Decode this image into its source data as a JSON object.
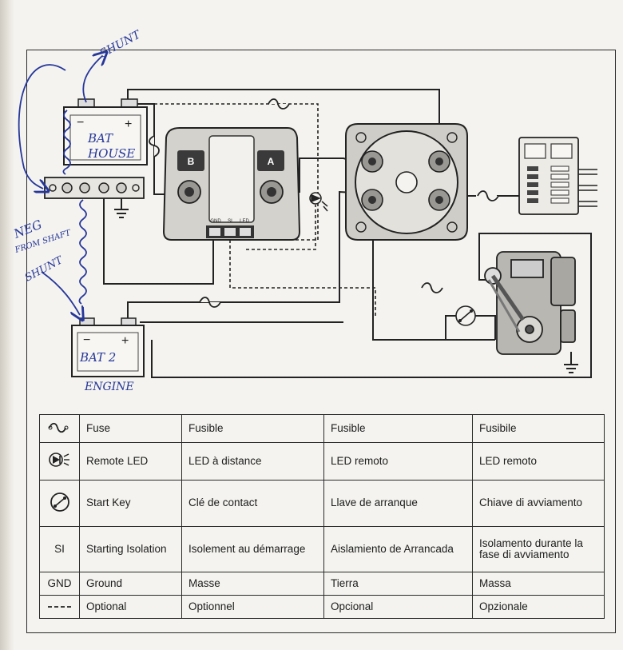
{
  "diagram": {
    "labels": {
      "switch_b": "B",
      "switch_a": "A",
      "terminals": [
        "GND",
        "SI",
        "LED"
      ]
    },
    "handwriting": {
      "shunt_top": "SHUNT",
      "bat_house": [
        "BAT",
        "HOUSE"
      ],
      "neg_from_shaft": [
        "NEG",
        "FROM SHAFT"
      ],
      "shunt_left": "SHUNT",
      "bat_2_engine": [
        "BAT 2",
        "ENGINE"
      ]
    },
    "battery_marks": {
      "minus": "−",
      "plus": "+"
    }
  },
  "legend": {
    "rows": [
      {
        "icon": "fuse-icon",
        "symbol": "",
        "english": "Fuse",
        "french": "Fusible",
        "spanish": "Fusible",
        "italian": "Fusibile"
      },
      {
        "icon": "remote-led-icon",
        "symbol": "",
        "english": "Remote LED",
        "french": "LED à distance",
        "spanish": "LED remoto",
        "italian": "LED remoto"
      },
      {
        "icon": "start-key-icon",
        "symbol": "",
        "english": "Start Key",
        "french": "Clé de contact",
        "spanish": "Llave de arranque",
        "italian": "Chiave di avviamento"
      },
      {
        "icon": "",
        "symbol": "SI",
        "english": "Starting Isolation",
        "french": "Isolement au démarrage",
        "spanish": "Aislamiento de Arrancada",
        "italian": "Isolamento durante la fase di avviamento"
      },
      {
        "icon": "",
        "symbol": "GND",
        "english": "Ground",
        "french": "Masse",
        "spanish": "Tierra",
        "italian": "Massa"
      },
      {
        "icon": "optional-dashed-line-icon",
        "symbol": "",
        "english": "Optional",
        "french": "Optionnel",
        "spanish": "Opcional",
        "italian": "Opzionale"
      }
    ]
  }
}
